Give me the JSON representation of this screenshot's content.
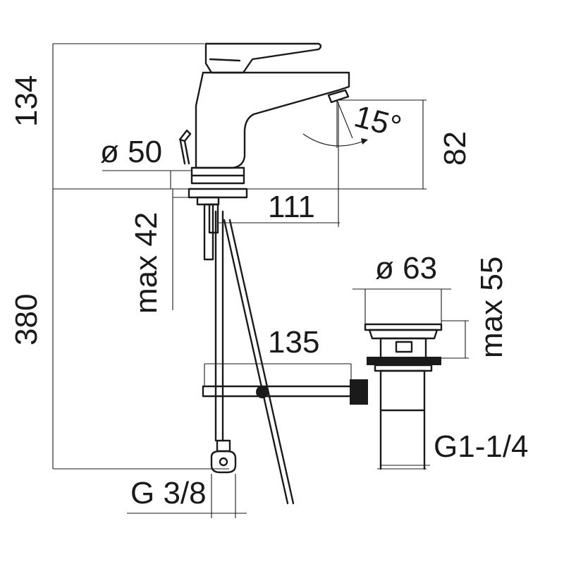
{
  "dimensions": {
    "height_total_top": "134",
    "height_total_bottom": "380",
    "base_diameter": "ø 50",
    "spout_angle": "15°",
    "spout_height": "82",
    "spout_reach": "111",
    "max_thickness": "max 42",
    "waste_diameter": "ø 63",
    "waste_max": "max 55",
    "pop_up_reach": "135",
    "waste_thread": "G1-1/4",
    "supply_thread": "G 3/8"
  },
  "colors": {
    "line": "#1a1a1a",
    "background": "#ffffff"
  }
}
